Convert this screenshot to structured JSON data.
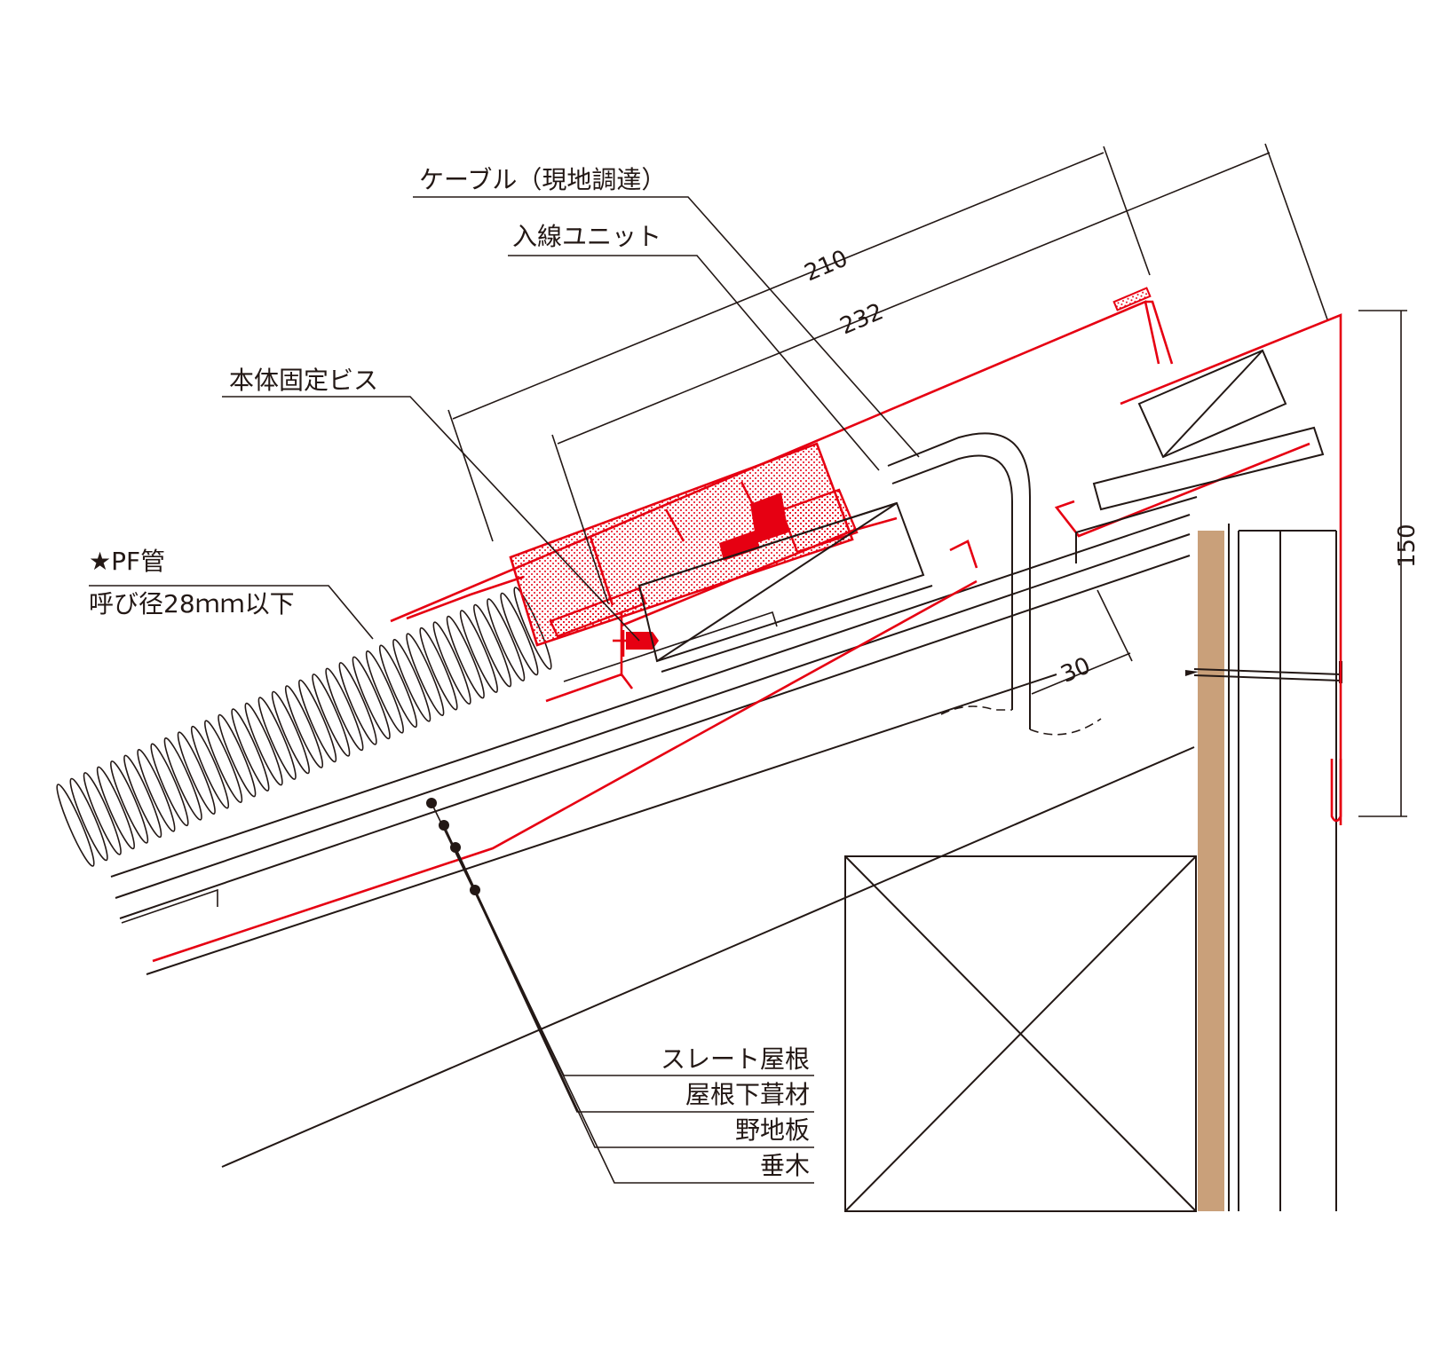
{
  "labels": {
    "cable": "ケーブル（現地調達）",
    "entry_unit": "入線ユニット",
    "body_screw": "本体固定ビス",
    "pf_pipe": "★PF管",
    "pf_pipe_spec": "呼び径28ｍｍ以下",
    "slate_roof": "スレート屋根",
    "underlay": "屋根下葺材",
    "sheathing": "野地板",
    "rafter": "垂木"
  },
  "dimensions": {
    "d210": "210",
    "d232": "232",
    "d30": "30",
    "d150": "150"
  },
  "colors": {
    "line": "#231815",
    "accent": "#e60012",
    "wood": "#c9a07a"
  }
}
